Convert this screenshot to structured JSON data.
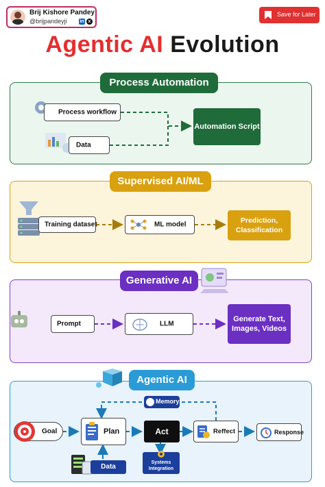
{
  "author": {
    "name": "Brij Kishore Pandey",
    "handle": "@brijpandeyji"
  },
  "save_button": {
    "label": "Save for Later"
  },
  "title": {
    "part1": "Agentic AI",
    "part2": "Evolution"
  },
  "colors": {
    "process": "#1f6b3a",
    "supervised": "#d9a110",
    "generative": "#6b2fc2",
    "agentic": "#2a9bd6",
    "agentic_dark": "#1c3f9c",
    "title_red": "#e52e2e"
  },
  "process_automation": {
    "heading": "Process Automation",
    "inputs": [
      "Process workflow",
      "Data"
    ],
    "output": "Automation Script"
  },
  "supervised": {
    "heading": "Supervised AI/ML",
    "input": "Training dataset",
    "model": "ML model",
    "output": "Prediction, Classification"
  },
  "generative": {
    "heading": "Generative AI",
    "input": "Prompt",
    "model": "LLM",
    "output": "Generate Text, Images, Videos"
  },
  "agentic": {
    "heading": "Agentic AI",
    "goal": "Goal",
    "plan": "Plan",
    "act": "Act",
    "reflect": "Reffect",
    "response": "Response",
    "memory": "Memory",
    "data": "Data",
    "systems": "Systems Integration"
  }
}
